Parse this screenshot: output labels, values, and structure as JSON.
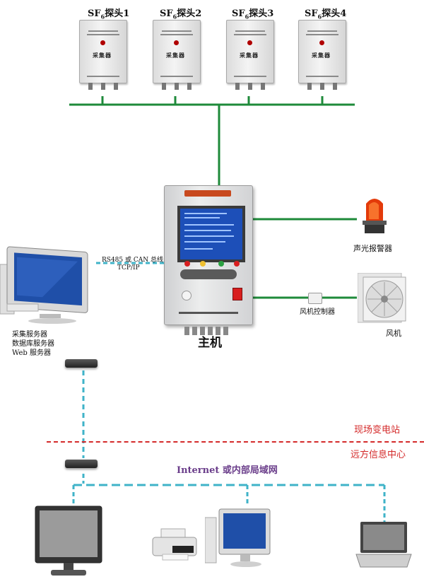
{
  "probes": [
    {
      "label_prefix": "SF",
      "label_sub": "6",
      "label_suffix": "探头1"
    },
    {
      "label_prefix": "SF",
      "label_sub": "6",
      "label_suffix": "探头2"
    },
    {
      "label_prefix": "SF",
      "label_sub": "6",
      "label_suffix": "探头3"
    },
    {
      "label_prefix": "SF",
      "label_sub": "6",
      "label_suffix": "探头4"
    }
  ],
  "probe_plate": "采集器",
  "host": {
    "label": "主机"
  },
  "alarm": {
    "label": "声光报警器"
  },
  "fan_controller": {
    "label": "风机控制器"
  },
  "fan": {
    "label": "风机"
  },
  "bus": {
    "line1": "RS485 或 CAN 总线",
    "line2": "TCP/IP"
  },
  "servers": {
    "line1": "采集服务器",
    "line2": "数据库服务器",
    "line3": "Web 服务器"
  },
  "zones": {
    "local": "现场变电站",
    "remote": "远方信息中心"
  },
  "network": {
    "label": "Internet 或内部局域网"
  },
  "colors": {
    "green_line": "#1e8a3a",
    "cyan_dash": "#3fb3c8",
    "red_dash": "#d42a2a",
    "zone_text": "#d42a2a",
    "network_text": "#6a3d8a"
  }
}
